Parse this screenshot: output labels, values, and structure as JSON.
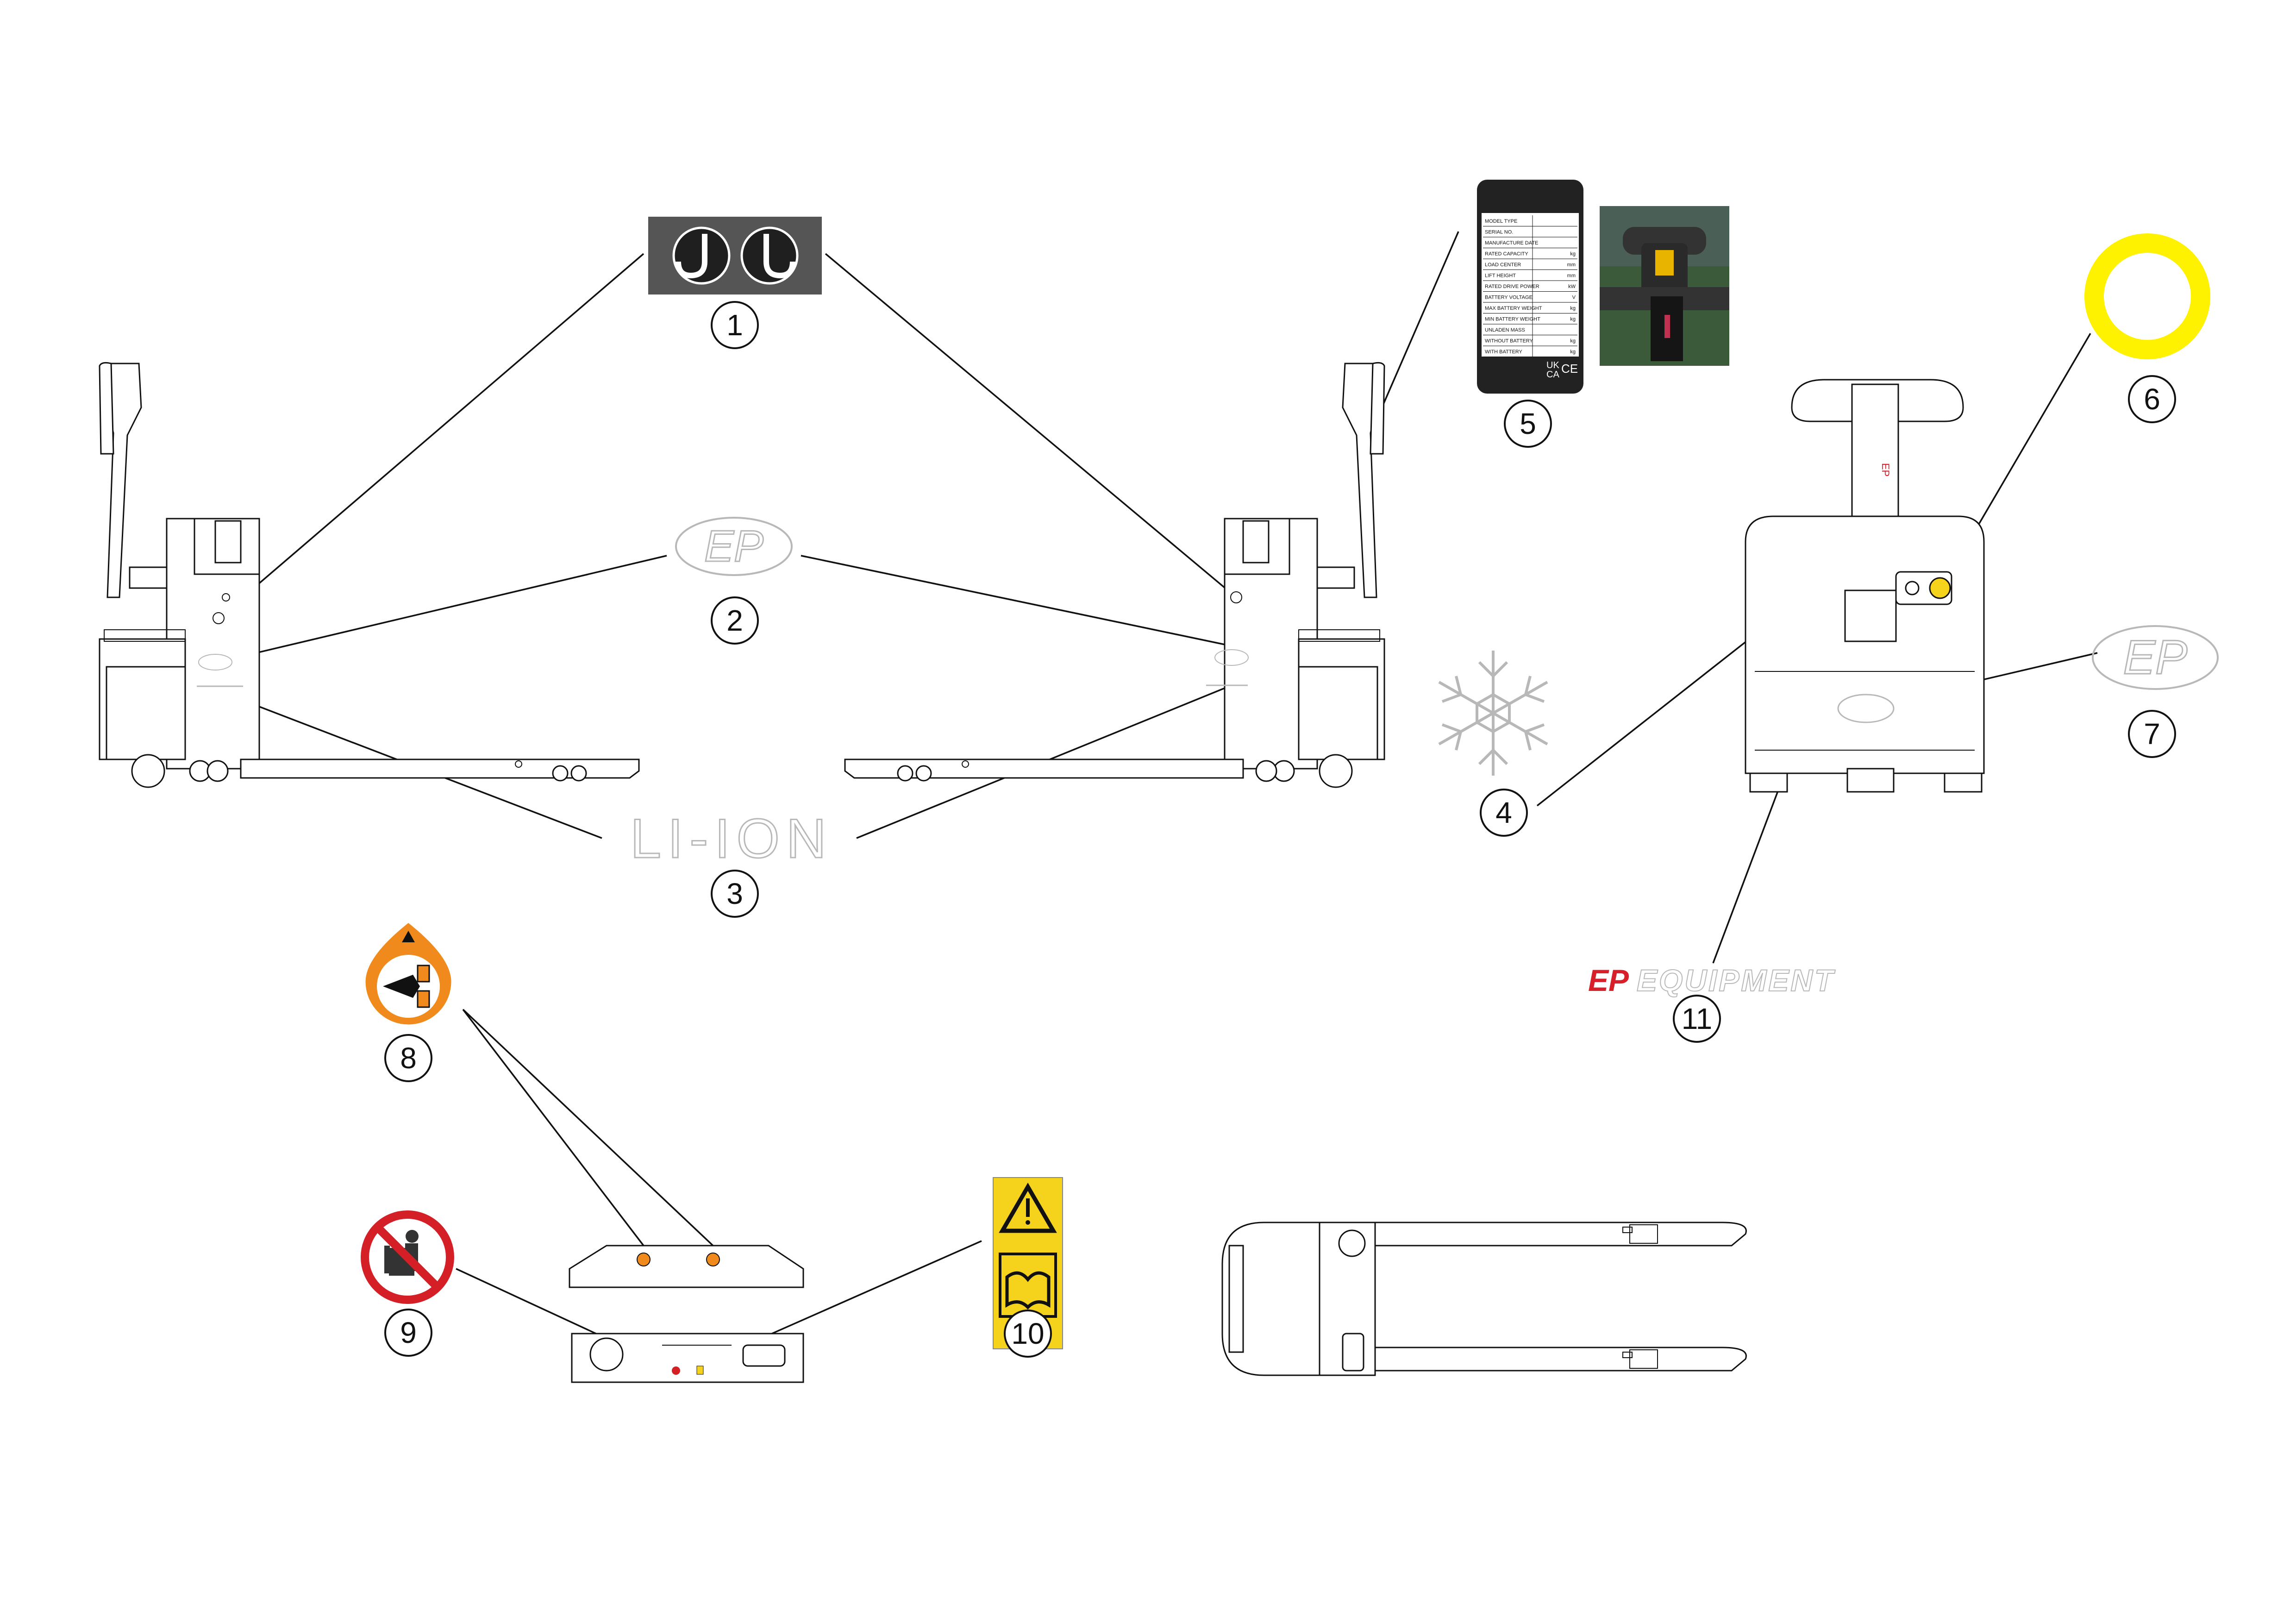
{
  "callouts": [
    {
      "id": "1",
      "label": "1"
    },
    {
      "id": "2",
      "label": "2"
    },
    {
      "id": "3",
      "label": "3"
    },
    {
      "id": "4",
      "label": "4"
    },
    {
      "id": "5",
      "label": "5"
    },
    {
      "id": "6",
      "label": "6"
    },
    {
      "id": "7",
      "label": "7"
    },
    {
      "id": "8",
      "label": "8"
    },
    {
      "id": "9",
      "label": "9"
    },
    {
      "id": "10",
      "label": "10"
    },
    {
      "id": "11",
      "label": "11"
    }
  ],
  "decals": {
    "lifting_point": {
      "icon": "hook-icon",
      "count": 2
    },
    "brand_logo": {
      "text": "EP"
    },
    "lithium_logo": {
      "text": "LI-ION"
    },
    "cold_storage": {
      "icon": "snowflake-icon"
    },
    "nameplate": {
      "rows": [
        {
          "label": "MODEL TYPE",
          "unit": ""
        },
        {
          "label": "SERIAL NO.",
          "unit": ""
        },
        {
          "label": "MANUFACTURE DATE",
          "unit": ""
        },
        {
          "label": "RATED CAPACITY",
          "unit": "kg"
        },
        {
          "label": "LOAD CENTER",
          "unit": "mm"
        },
        {
          "label": "LIFT HEIGHT",
          "unit": "mm"
        },
        {
          "label": "RATED DRIVE POWER",
          "unit": "kW"
        },
        {
          "label": "BATTERY VOLTAGE",
          "unit": "V"
        },
        {
          "label": "MAX BATTERY WEIGHT",
          "unit": "kg"
        },
        {
          "label": "MIN BATTERY WEIGHT",
          "unit": "kg"
        },
        {
          "label": "UNLADEN MASS",
          "unit": ""
        },
        {
          "label": "WITHOUT BATTERY",
          "unit": "kg"
        },
        {
          "label": "WITH BATTERY",
          "unit": "kg"
        }
      ],
      "marks": [
        "UK",
        "CA",
        "CE"
      ]
    },
    "key_ring": {
      "icon": "yellow-ring-icon"
    },
    "crush_warning": {
      "icon": "hand-crush-warning-icon"
    },
    "no_riding": {
      "icon": "no-riding-icon"
    },
    "read_manual": {
      "icon": "read-manual-warning-icon"
    },
    "brand_wordmark": {
      "prefix": "EP",
      "text": "EQUIPMENT"
    }
  },
  "colors": {
    "line": "#111111",
    "warning_yellow": "#f5d31c",
    "ring_yellow": "#fff200",
    "warning_orange": "#f08a1c",
    "prohibition_red": "#d41f26",
    "brand_red": "#d8202a",
    "ghost_gray": "#b8b8b8",
    "hook_bg": "#555555"
  }
}
